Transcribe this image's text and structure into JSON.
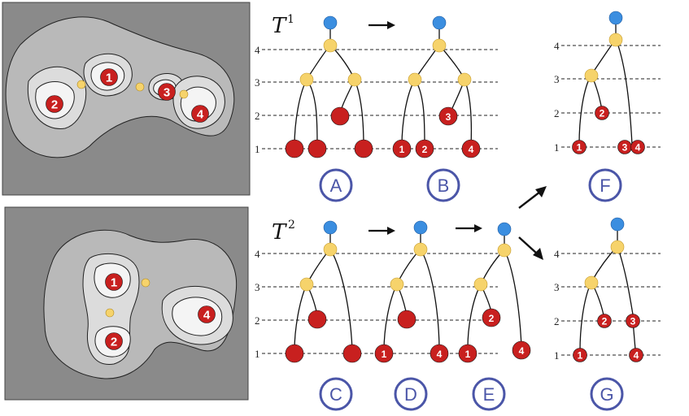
{
  "titles": {
    "t1_base": "T",
    "t1_sup": "1",
    "t2_base": "T",
    "t2_sup": "2"
  },
  "levels": [
    "1",
    "2",
    "3",
    "4"
  ],
  "panels": [
    "A",
    "B",
    "C",
    "D",
    "E",
    "F",
    "G"
  ],
  "leaf_labels": {
    "one": "1",
    "two": "2",
    "three": "3",
    "four": "4"
  },
  "colors": {
    "root": "#3b8ee0",
    "saddle": "#f6d36b",
    "leaf": "#c8201f",
    "badge": "#4b56a8",
    "map_background": "#8a8a8a"
  }
}
